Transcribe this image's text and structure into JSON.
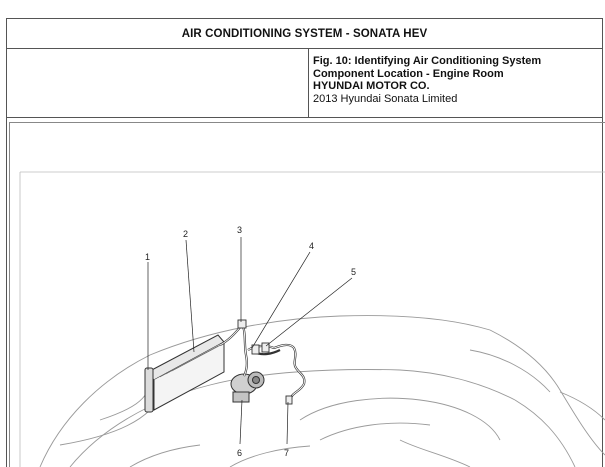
{
  "header": {
    "title": "AIR CONDITIONING SYSTEM - SONATA HEV"
  },
  "figure_info": {
    "caption_line1": "Fig. 10: Identifying Air Conditioning System",
    "caption_line2": "Component Location - Engine Room",
    "company": "HYUNDAI MOTOR CO.",
    "vehicle": "2013 Hyundai Sonata Limited"
  },
  "diagram": {
    "callouts": [
      "1",
      "2",
      "3",
      "4",
      "5",
      "6",
      "7"
    ]
  }
}
